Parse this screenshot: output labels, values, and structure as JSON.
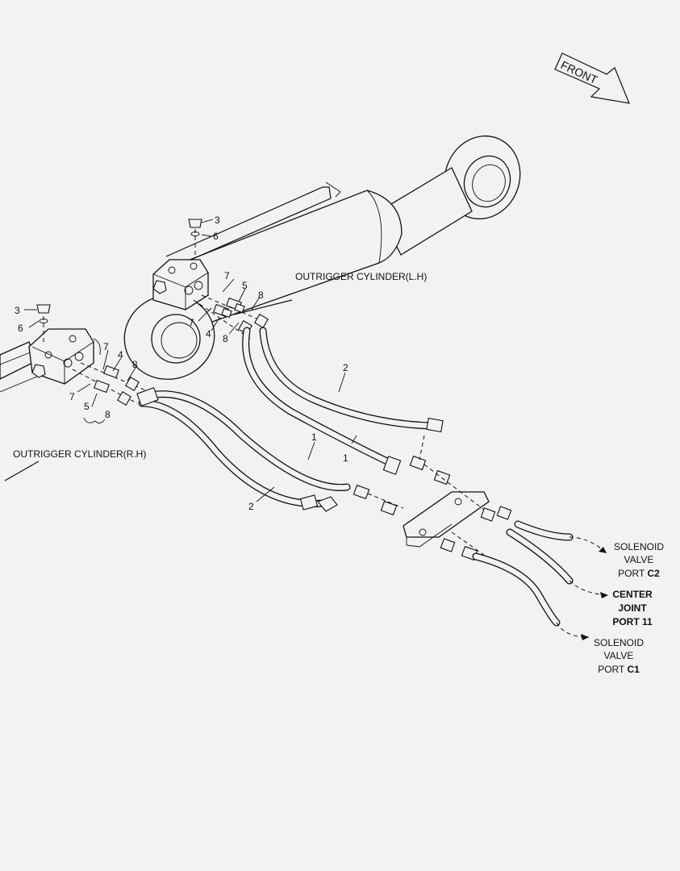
{
  "direction": {
    "text": "FRONT"
  },
  "cylinders": {
    "left": "OUTRIGGER CYLINDER(L.H)",
    "right": "OUTRIGGER CYLINDER(R.H)"
  },
  "callouts": {
    "lh_3": "3",
    "lh_6": "6",
    "lh_7a": "7",
    "lh_5": "5",
    "lh_8a": "8",
    "lh_7b": "7",
    "lh_4": "4",
    "lh_8b": "8",
    "rh_3": "3",
    "rh_6": "6",
    "rh_7a": "7",
    "rh_4": "4",
    "rh_8a": "8",
    "rh_7b": "7",
    "rh_5": "5",
    "rh_8b": "8",
    "hose_2_upper": "2",
    "hose_1_a": "1",
    "hose_1_b": "1",
    "hose_2_lower": "2"
  },
  "destinations": {
    "c2": {
      "line1": "SOLENOID",
      "line2": "VALVE",
      "line3_prefix": "PORT ",
      "line3_bold": "C2"
    },
    "center": {
      "line1": "CENTER",
      "line2": "JOINT",
      "line3_prefix": "PORT ",
      "line3_bold": "11"
    },
    "c1": {
      "line1": "SOLENOID",
      "line2": "VALVE",
      "line3_prefix": "PORT ",
      "line3_bold": "C1"
    }
  }
}
